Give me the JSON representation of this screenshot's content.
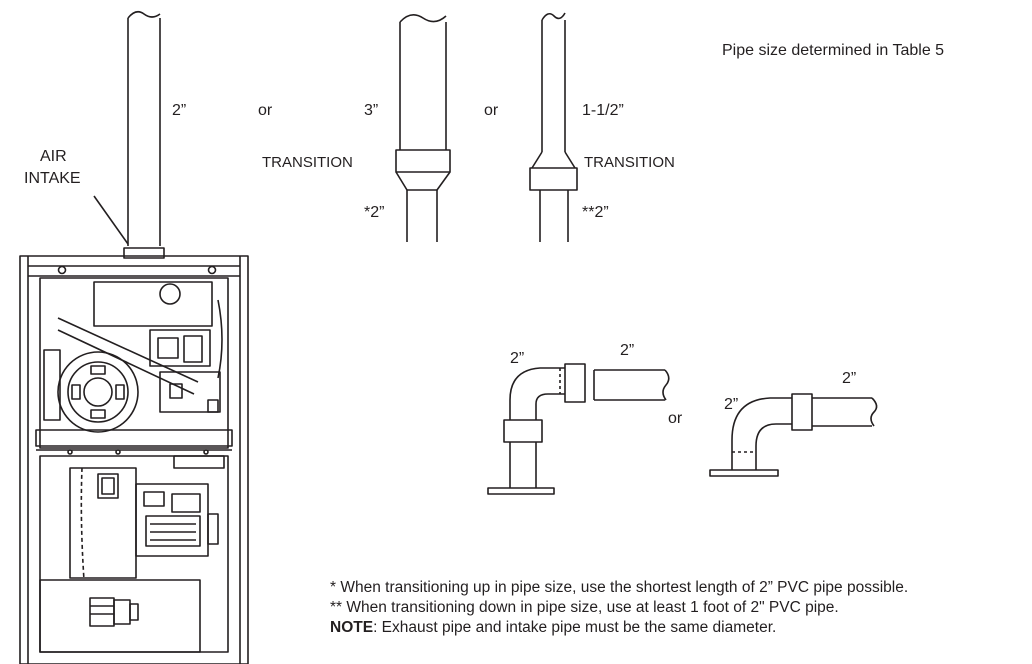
{
  "header_note": "Pipe size determined in Table 5",
  "labels": {
    "air_intake_line1": "AIR",
    "air_intake_line2": "INTAKE",
    "pipe_2in": "2”",
    "or_1": "or",
    "pipe_3in": "3”",
    "or_2": "or",
    "pipe_1_5in": "1-1/2”",
    "transition_left": "TRANSITION",
    "transition_right": "TRANSITION",
    "star_2in": "*2”",
    "dstar_2in": "**2”",
    "elbow_a_label": "2”",
    "elbow_a_pipe": "2”",
    "or_3": "or",
    "elbow_b_label": "2”",
    "elbow_b_pipe": "2”"
  },
  "footnotes": {
    "note1": "* When transitioning up in pipe size, use the shortest length of 2” PVC pipe possible.",
    "note2": "** When transitioning down in pipe size, use at least 1 foot of 2\" PVC pipe.",
    "note3_bold": "NOTE",
    "note3_rest": ": Exhaust pipe and intake pipe must be the same diameter."
  }
}
